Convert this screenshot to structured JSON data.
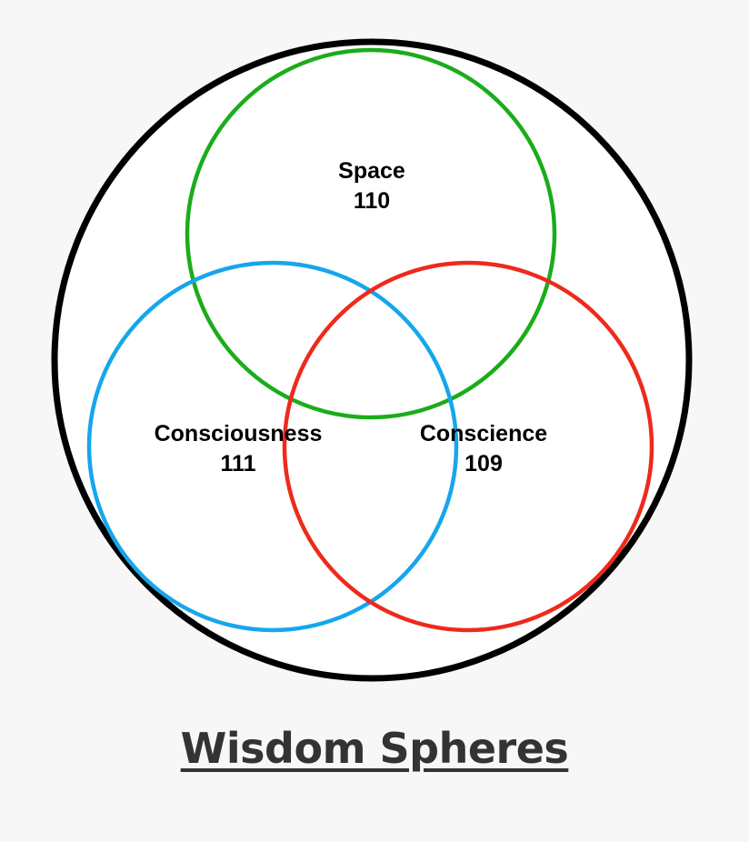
{
  "diagram": {
    "type": "venn",
    "outer_circle_color": "#000000",
    "sets": [
      {
        "id": "space",
        "name": "Space",
        "value": "110",
        "color": "#1aad1a"
      },
      {
        "id": "consciousness",
        "name": "Consciousness",
        "value": "111",
        "color": "#16a6ec"
      },
      {
        "id": "conscience",
        "name": "Conscience",
        "value": "109",
        "color": "#ee2a1b"
      }
    ]
  },
  "caption": "Wisdom Spheres"
}
